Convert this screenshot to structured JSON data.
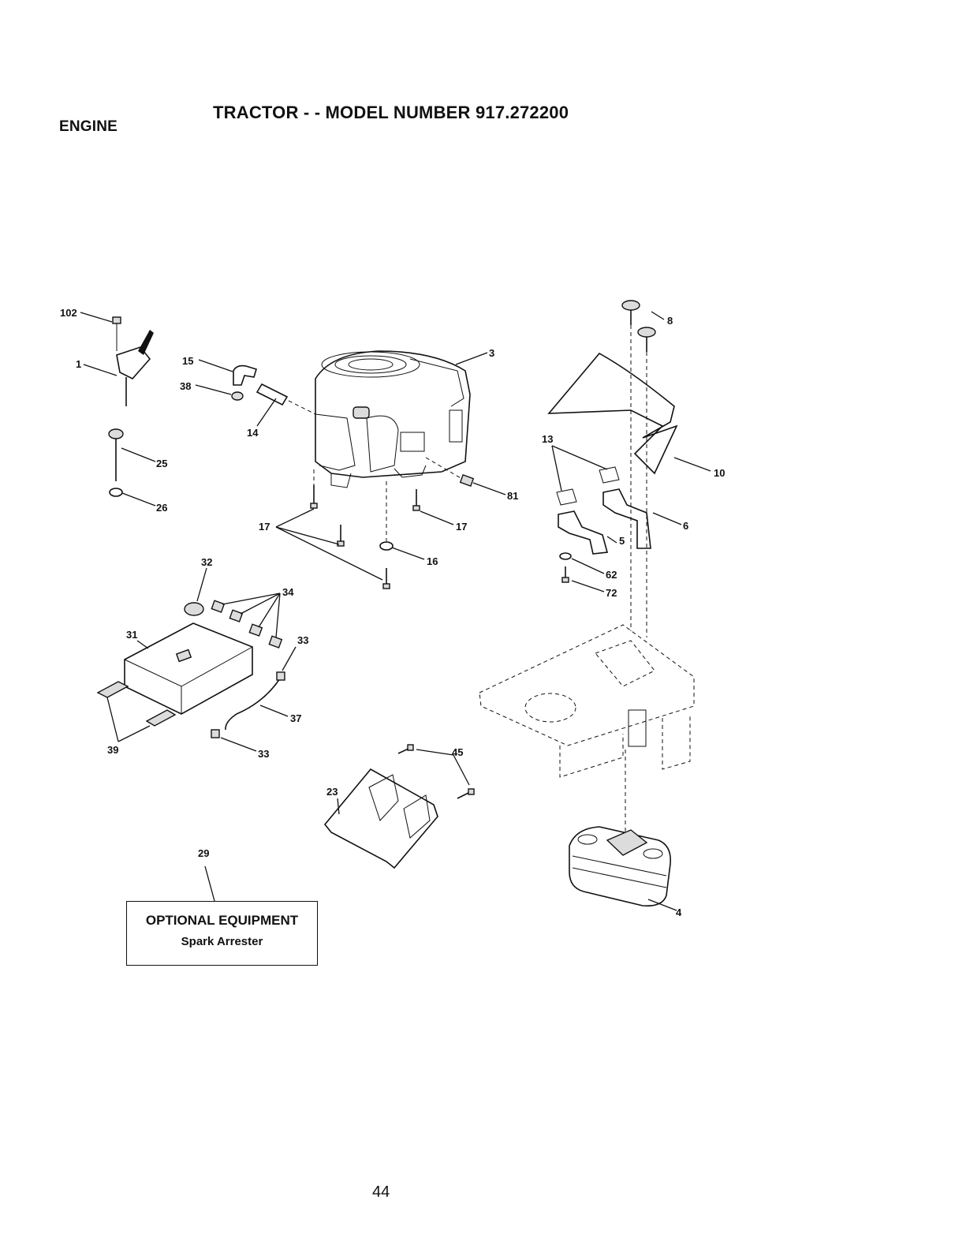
{
  "header": {
    "section": "ENGINE",
    "title": "TRACTOR - - MODEL NUMBER 917.272200"
  },
  "callouts": {
    "c102": "102",
    "c1": "1",
    "c15": "15",
    "c38": "38",
    "c14": "14",
    "c3": "3",
    "c8": "8",
    "c10": "10",
    "c13": "13",
    "c25": "25",
    "c26": "26",
    "c81": "81",
    "c17a": "17",
    "c17b": "17",
    "c16": "16",
    "c5": "5",
    "c6": "6",
    "c62": "62",
    "c72": "72",
    "c32": "32",
    "c34": "34",
    "c31": "31",
    "c33a": "33",
    "c33b": "33",
    "c37": "37",
    "c39": "39",
    "c45": "45",
    "c23": "23",
    "c29": "29",
    "c4": "4"
  },
  "optional_box": {
    "title": "OPTIONAL EQUIPMENT",
    "subtitle": "Spark Arrester"
  },
  "footer": {
    "page_number": "44"
  }
}
